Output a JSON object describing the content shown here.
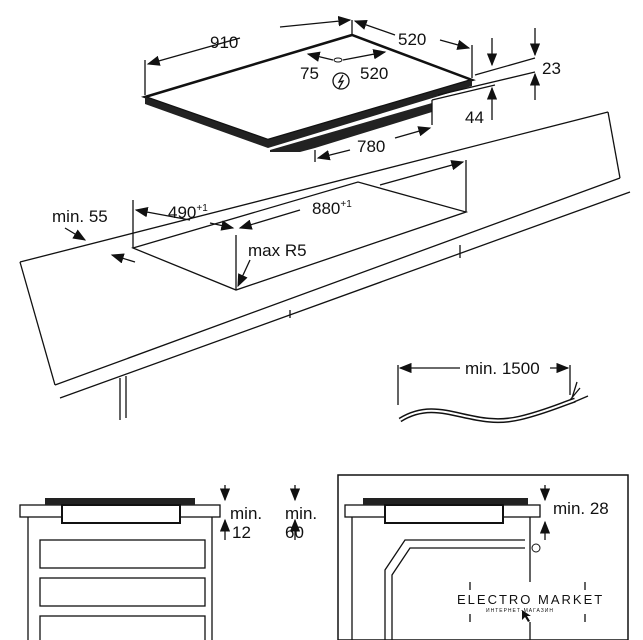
{
  "title": "Induction hob installation dimensions",
  "hob": {
    "width": "910",
    "depth": "520",
    "conn_left": "75",
    "conn_right": "520",
    "height_top": "23",
    "height_total": "44",
    "bottom_width": "780",
    "power_icon": "electric-connection-icon"
  },
  "cutout": {
    "depth": "490",
    "depth_tol": "+1",
    "width": "880",
    "width_tol": "+1",
    "front_margin": "min. 55",
    "radius": "max R5"
  },
  "cable": {
    "length": "min. 1500"
  },
  "section_left": {
    "gap_label": "min.",
    "gap_value": "12",
    "clear_label": "min.",
    "clear_value": "60"
  },
  "section_right": {
    "gap": "min. 28"
  },
  "watermark": {
    "brand": "ELECTRO MARKET",
    "subtitle": "ИНТЕРНЕТ-МАГАЗИН"
  }
}
